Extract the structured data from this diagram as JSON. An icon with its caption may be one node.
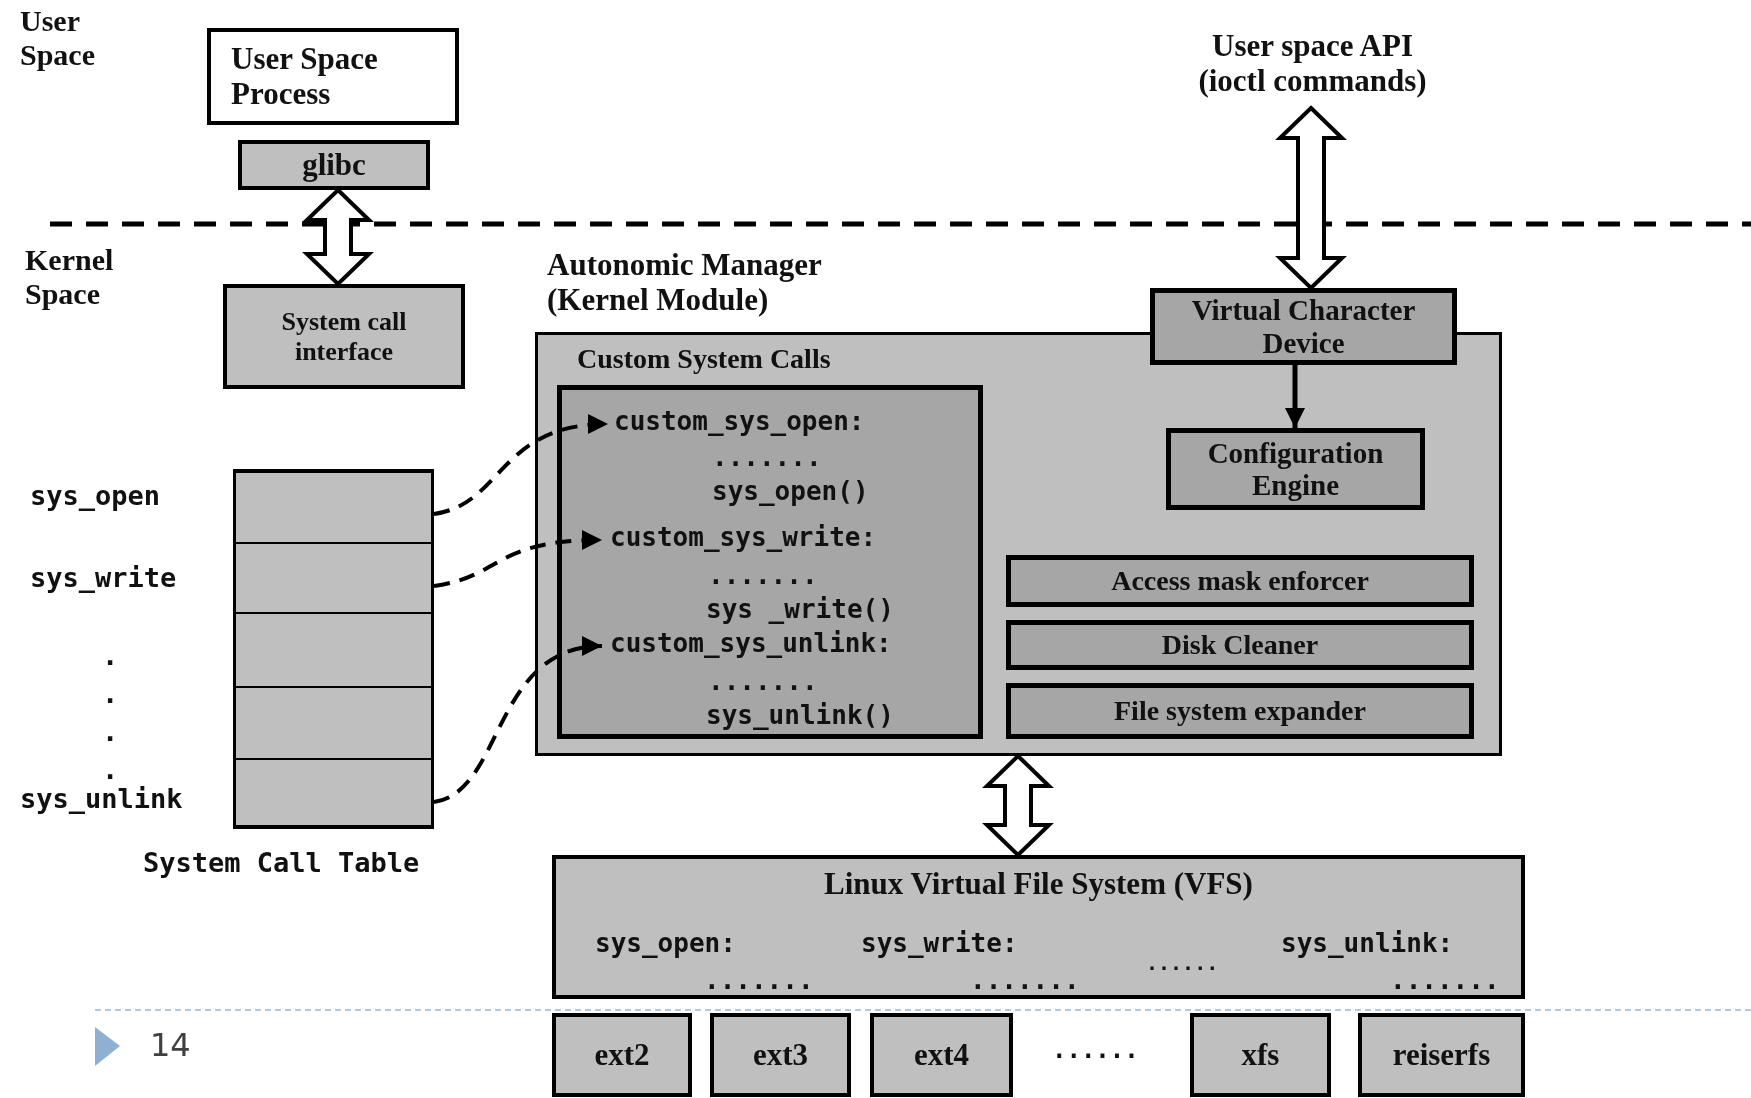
{
  "diagram": {
    "nodes": [
      {
        "text": [
          "User Space Process"
        ]
      },
      {
        "text": [
          "glibc"
        ]
      },
      {
        "text": [
          "System call interface"
        ]
      },
      {
        "text": [
          "User space API (ioctl commands)"
        ]
      },
      {
        "text": [
          "Autonomic Manager (Kernel Module)"
        ]
      },
      {
        "text": [
          "Custom System Calls"
        ],
        "in": 4
      },
      {
        "text": [
          "custom_sys_open:",
          ".......",
          "sys_open()"
        ],
        "in": 5
      },
      {
        "text": [
          "custom_sys_write:",
          ".......",
          "sys _write()"
        ],
        "in": 5
      },
      {
        "text": [
          "custom_sys_unlink:",
          ".......",
          "sys_unlink()"
        ],
        "in": 5
      },
      {
        "text": [
          "Virtual Character Device"
        ]
      },
      {
        "text": [
          "Configuration Engine"
        ],
        "in": 4
      },
      {
        "text": [
          "Access mask enforcer"
        ],
        "in": 4
      },
      {
        "text": [
          "Disk Cleaner"
        ],
        "in": 4
      },
      {
        "text": [
          "File system expander"
        ],
        "in": 4
      },
      {
        "text": [
          "System Call Table"
        ]
      },
      {
        "text": [],
        "shape": "box",
        "in": 14
      },
      {
        "text": [],
        "shape": "box",
        "in": 14
      },
      {
        "text": [],
        "shape": "box",
        "in": 14
      },
      {
        "text": [],
        "shape": "box",
        "in": 14
      },
      {
        "text": [],
        "shape": "box",
        "in": 14
      },
      {
        "text": [
          "Linux Virtual File System (VFS)",
          "sys_open:",
          ".......",
          "sys_write:",
          ".......",
          "......",
          "sys_unlink:",
          "......."
        ]
      },
      {
        "text": [
          "ext2"
        ]
      },
      {
        "text": [
          "ext3"
        ]
      },
      {
        "text": [
          "ext4"
        ]
      },
      {
        "text": [
          "xfs"
        ]
      },
      {
        "text": [
          "reiserfs"
        ]
      }
    ],
    "edges": [
      {
        "from": 1,
        "to": 2,
        "arrow": "both",
        "style": "thick"
      },
      {
        "from": 3,
        "to": 9,
        "arrow": "both",
        "style": "thick"
      },
      {
        "from": 9,
        "to": 10,
        "arrow": "to"
      },
      {
        "from": 15,
        "to": 6,
        "arrow": "to",
        "style": "dashed"
      },
      {
        "from": 16,
        "to": 7,
        "arrow": "to",
        "style": "dashed"
      },
      {
        "from": 19,
        "to": 8,
        "arrow": "to",
        "style": "dashed"
      },
      {
        "from": 4,
        "to": 20,
        "arrow": "both",
        "style": "thick"
      }
    ],
    "labels": [
      "User Space",
      "Kernel Space",
      "sys_open",
      "sys_write",
      ".",
      ".",
      ".",
      ".",
      "sys_unlink",
      "......",
      "14"
    ]
  }
}
